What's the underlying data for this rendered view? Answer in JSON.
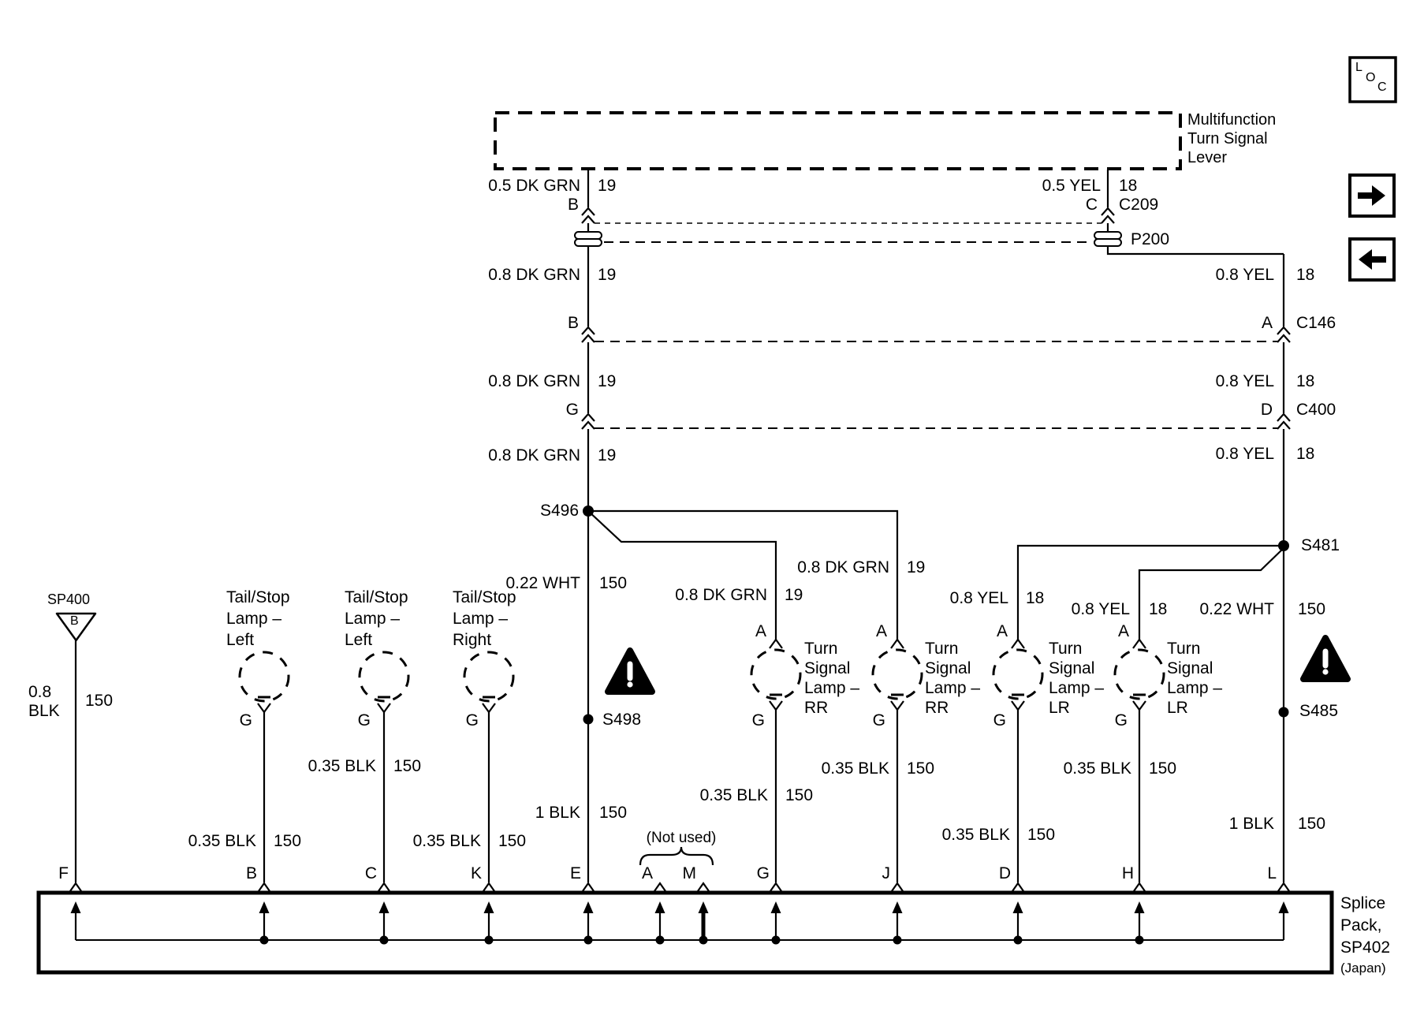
{
  "icons": {
    "loc": [
      "L",
      "O",
      "C"
    ]
  },
  "lever": {
    "lines": [
      "Multifunction",
      "Turn Signal",
      "Lever"
    ]
  },
  "left_wire": {
    "seg1": {
      "size": "0.5 DK GRN",
      "ckt": "19"
    },
    "pin_c209": "B",
    "seg2": {
      "size": "0.8 DK GRN",
      "ckt": "19"
    },
    "pin_c146": "B",
    "seg3": {
      "size": "0.8 DK GRN",
      "ckt": "19"
    },
    "pin_c400": "G",
    "seg4": {
      "size": "0.8 DK GRN",
      "ckt": "19"
    },
    "splice1": "S496",
    "seg5": {
      "size": "0.22 WHT",
      "ckt": "150"
    },
    "splice2": "S498",
    "seg6": {
      "size": "1 BLK",
      "ckt": "150"
    }
  },
  "right_wire": {
    "seg1": {
      "size": "0.5 YEL",
      "ckt": "18"
    },
    "pin_c209": "C",
    "conn_c209": "C209",
    "conn_p200": "P200",
    "seg2": {
      "size": "0.8 YEL",
      "ckt": "18"
    },
    "pin_c146": "A",
    "conn_c146": "C146",
    "seg3": {
      "size": "0.8 YEL",
      "ckt": "18"
    },
    "pin_c400": "D",
    "conn_c400": "C400",
    "seg4": {
      "size": "0.8 YEL",
      "ckt": "18"
    },
    "splice1": "S481",
    "seg5": {
      "size": "0.22 WHT",
      "ckt": "150"
    },
    "splice2": "S485",
    "seg6": {
      "size": "1 BLK",
      "ckt": "150"
    }
  },
  "branches": {
    "rr2": {
      "size": "0.8 DK GRN",
      "ckt": "19"
    },
    "rr1": {
      "size": "0.8 DK GRN",
      "ckt": "19"
    },
    "lr1": {
      "size": "0.8 YEL",
      "ckt": "18"
    },
    "lr2": {
      "size": "0.8 YEL",
      "ckt": "18"
    }
  },
  "sp400": {
    "name": "SP400",
    "pin": "B",
    "wire": {
      "size1": "0.8",
      "size2": "BLK",
      "ckt": "150"
    }
  },
  "lamps": {
    "tail1": {
      "lines": [
        "Tail/Stop",
        "Lamp –",
        "Left"
      ],
      "pin_g": "G"
    },
    "tail2": {
      "lines": [
        "Tail/Stop",
        "Lamp –",
        "Left"
      ],
      "pin_g": "G"
    },
    "tail3": {
      "lines": [
        "Tail/Stop",
        "Lamp –",
        "Right"
      ],
      "pin_g": "G"
    },
    "rr1": {
      "lines": [
        "Turn",
        "Signal",
        "Lamp –",
        "RR"
      ],
      "pin_a": "A",
      "pin_g": "G"
    },
    "rr2": {
      "lines": [
        "Turn",
        "Signal",
        "Lamp –",
        "RR"
      ],
      "pin_a": "A",
      "pin_g": "G"
    },
    "lr1": {
      "lines": [
        "Turn",
        "Signal",
        "Lamp –",
        "LR"
      ],
      "pin_a": "A",
      "pin_g": "G"
    },
    "lr2": {
      "lines": [
        "Turn",
        "Signal",
        "Lamp –",
        "LR"
      ],
      "pin_a": "A",
      "pin_g": "G"
    }
  },
  "grounds": {
    "b": {
      "size": "0.35 BLK",
      "ckt": "150"
    },
    "c": {
      "size": "0.35 BLK",
      "ckt": "150"
    },
    "k": {
      "size": "0.35 BLK",
      "ckt": "150"
    },
    "g": {
      "size": "0.35 BLK",
      "ckt": "150"
    },
    "j": {
      "size": "0.35 BLK",
      "ckt": "150"
    },
    "d": {
      "size": "0.35 BLK",
      "ckt": "150"
    },
    "h": {
      "size": "0.35 BLK",
      "ckt": "150"
    }
  },
  "splice_pack": {
    "terminals": [
      "F",
      "B",
      "C",
      "K",
      "E",
      "A",
      "M",
      "G",
      "J",
      "D",
      "H",
      "L"
    ],
    "not_used": "(Not used)",
    "name_lines": [
      "Splice",
      "Pack,",
      "SP402"
    ],
    "name_sub": "(Japan)"
  }
}
